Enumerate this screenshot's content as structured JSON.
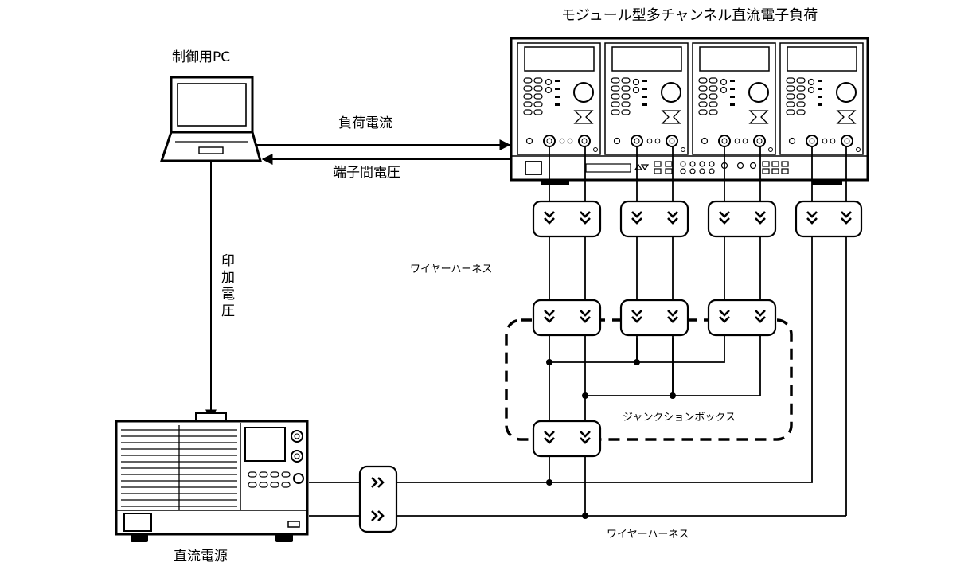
{
  "diagram": {
    "labels": {
      "load_title": "モジュール型多チャンネル直流電子負荷",
      "pc": "制御用PC",
      "load_current": "負荷電流",
      "terminal_voltage": "端子間電圧",
      "applied_voltage": "印加電圧",
      "power_supply": "直流電源",
      "wire_harness_upper": "ワイヤーハーネス",
      "junction_box": "ジャンクションボックス",
      "wire_harness_lower": "ワイヤーハーネス"
    }
  }
}
